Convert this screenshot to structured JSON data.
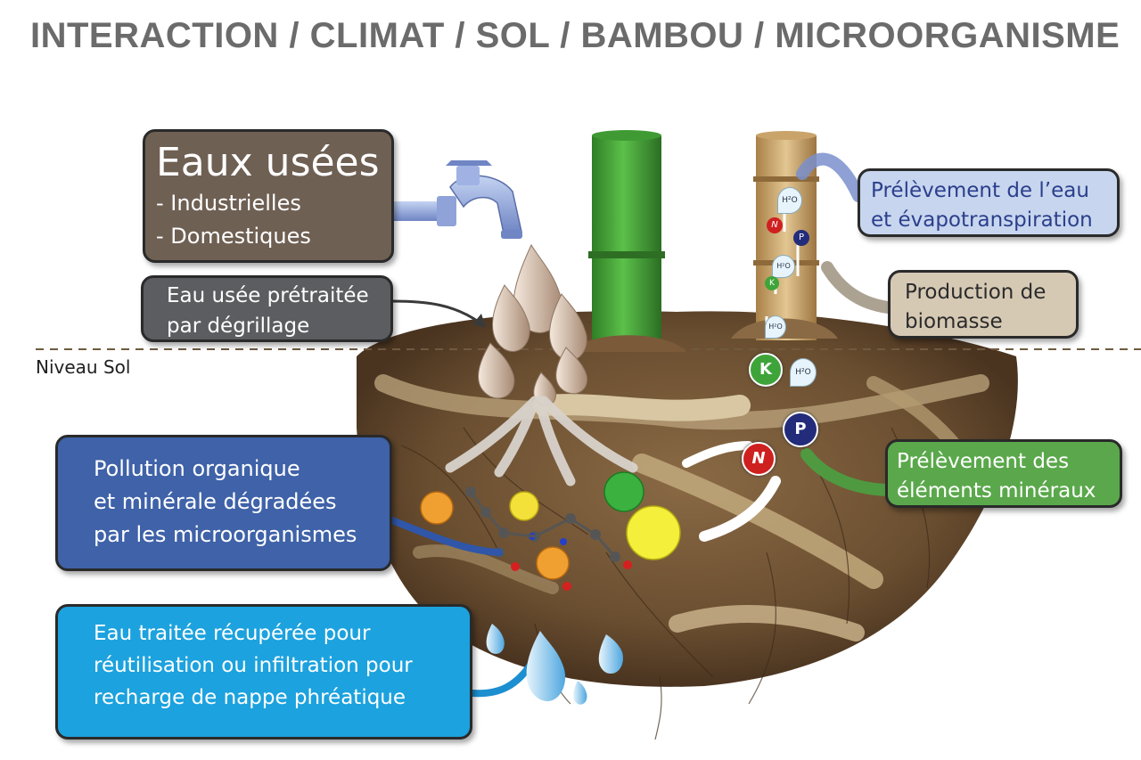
{
  "title": "INTERACTION / CLIMAT / SOL / BAMBOU / MICROORGANISME",
  "ground_label": "Niveau Sol",
  "boxes": {
    "eaux_usees": {
      "heading": "Eaux usées",
      "items": [
        "- Industrielles",
        "- Domestiques"
      ]
    },
    "pretraitee": {
      "lines": [
        "Eau usée prétraitée",
        "par dégrillage"
      ]
    },
    "prelevement_eau": {
      "lines": [
        "Prélèvement de l’eau",
        "et évapotranspiration"
      ]
    },
    "biomasse": {
      "lines": [
        "Production de",
        "biomasse"
      ]
    },
    "pollution": {
      "lines": [
        "Pollution organique",
        "et minérale dégradées",
        "par les microorganismes"
      ]
    },
    "mineraux": {
      "lines": [
        "Prélèvement des",
        "éléments minéraux"
      ]
    },
    "eau_traitee": {
      "lines": [
        "Eau traitée  récupérée pour",
        "réutilisation ou infiltration pour",
        "recharge de nappe phréatique"
      ]
    }
  },
  "markers": {
    "k": "K",
    "p": "P",
    "n": "N",
    "h2o": "H²O"
  },
  "colors": {
    "title": "#6b6b6b",
    "green_bamboo": "#3f9a34",
    "tan_bamboo": "#c9a36a",
    "soil": "#6f5234",
    "water_drop": "#8fc8ea"
  }
}
